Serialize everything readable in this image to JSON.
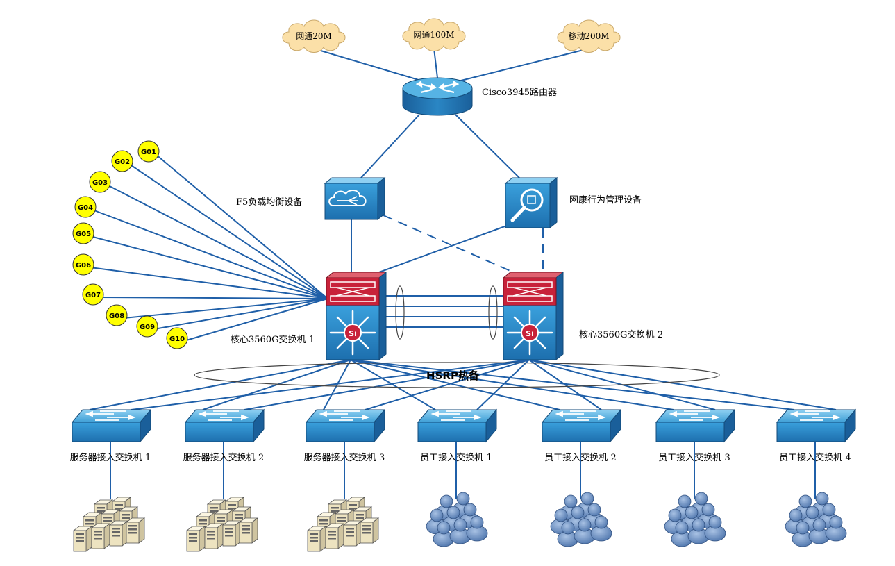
{
  "clouds": [
    {
      "label": "网通20M"
    },
    {
      "label": "网通100M"
    },
    {
      "label": "移动200M"
    }
  ],
  "router": {
    "label": "Cisco3945路由器"
  },
  "f5": {
    "label": "F5负载均衡设备"
  },
  "netkang": {
    "label": "网康行为管理设备"
  },
  "core": [
    {
      "label": "核心3560G交换机-1"
    },
    {
      "label": "核心3560G交换机-2"
    }
  ],
  "core_chip": "Si",
  "hsrp": {
    "label": "HSRP热备"
  },
  "g_nodes": [
    "G01",
    "G02",
    "G03",
    "G04",
    "G05",
    "G06",
    "G07",
    "G08",
    "G09",
    "G10"
  ],
  "access": [
    {
      "label": "服务器接入交换机-1",
      "kind": "servers"
    },
    {
      "label": "服务器接入交换机-2",
      "kind": "servers"
    },
    {
      "label": "服务器接入交换机-3",
      "kind": "servers"
    },
    {
      "label": "员工接入交换机-1",
      "kind": "users"
    },
    {
      "label": "员工接入交换机-2",
      "kind": "users"
    },
    {
      "label": "员工接入交换机-3",
      "kind": "users"
    },
    {
      "label": "员工接入交换机-4",
      "kind": "users"
    }
  ],
  "colors": {
    "link": "#1f5fa8",
    "cloud": "#fbe0a8",
    "node_blue": "#2a88c8",
    "router_top": "#4aa5d8",
    "core_red": "#c8223a",
    "g_yellow": "#ffff00",
    "user": "#6b8fbf",
    "server": "#efe6c8"
  }
}
